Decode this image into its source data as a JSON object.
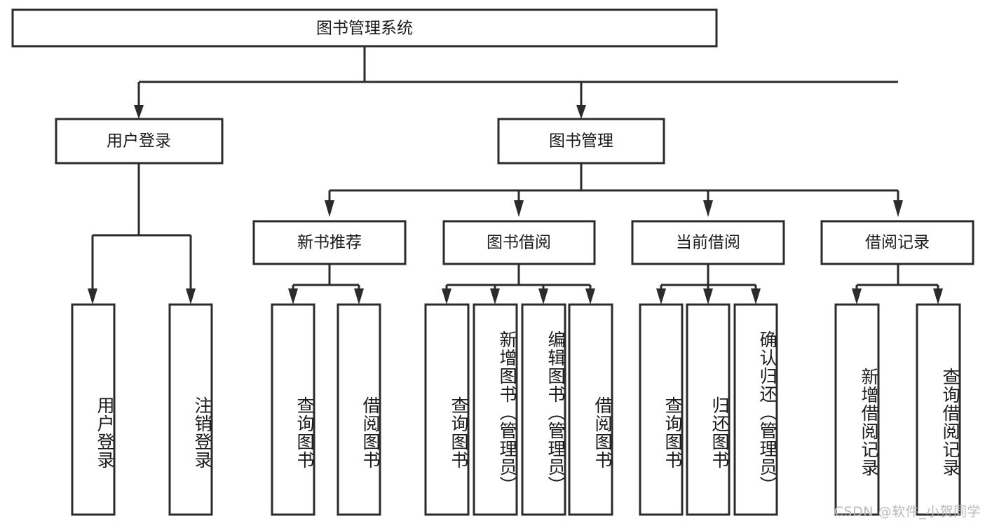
{
  "diagram": {
    "type": "tree",
    "title": "图书管理系统",
    "orientation": "top-down",
    "colors": {
      "box_fill": "#ffffff",
      "box_stroke": "#2b2b2b",
      "text": "#1b1b1b",
      "background": "#ffffff",
      "watermark": "#b9b9b9"
    },
    "nodes": {
      "root": {
        "label": "图书管理系统"
      },
      "level2": [
        {
          "label": "用户登录"
        },
        {
          "label": "图书管理"
        }
      ],
      "level3": [
        {
          "label": "新书推荐"
        },
        {
          "label": "图书借阅"
        },
        {
          "label": "当前借阅"
        },
        {
          "label": "借阅记录"
        }
      ],
      "leaves": {
        "user_login": [
          {
            "label": "用户登录"
          },
          {
            "label": "注销登录"
          }
        ],
        "new_book": [
          {
            "label": "查询图书"
          },
          {
            "label": "借阅图书"
          }
        ],
        "book_borrow": [
          {
            "label": "查询图书"
          },
          {
            "label": "新增图书（管理员）"
          },
          {
            "label": "编辑图书（管理员）"
          },
          {
            "label": "借阅图书"
          }
        ],
        "current_borrow": [
          {
            "label": "查询图书"
          },
          {
            "label": "归还图书"
          },
          {
            "label": "确认归还（管理员）"
          }
        ],
        "borrow_record": [
          {
            "label": "新增借阅记录"
          },
          {
            "label": "查询借阅记录"
          }
        ]
      }
    },
    "watermark": "CSDN @软件_小贺同学"
  }
}
